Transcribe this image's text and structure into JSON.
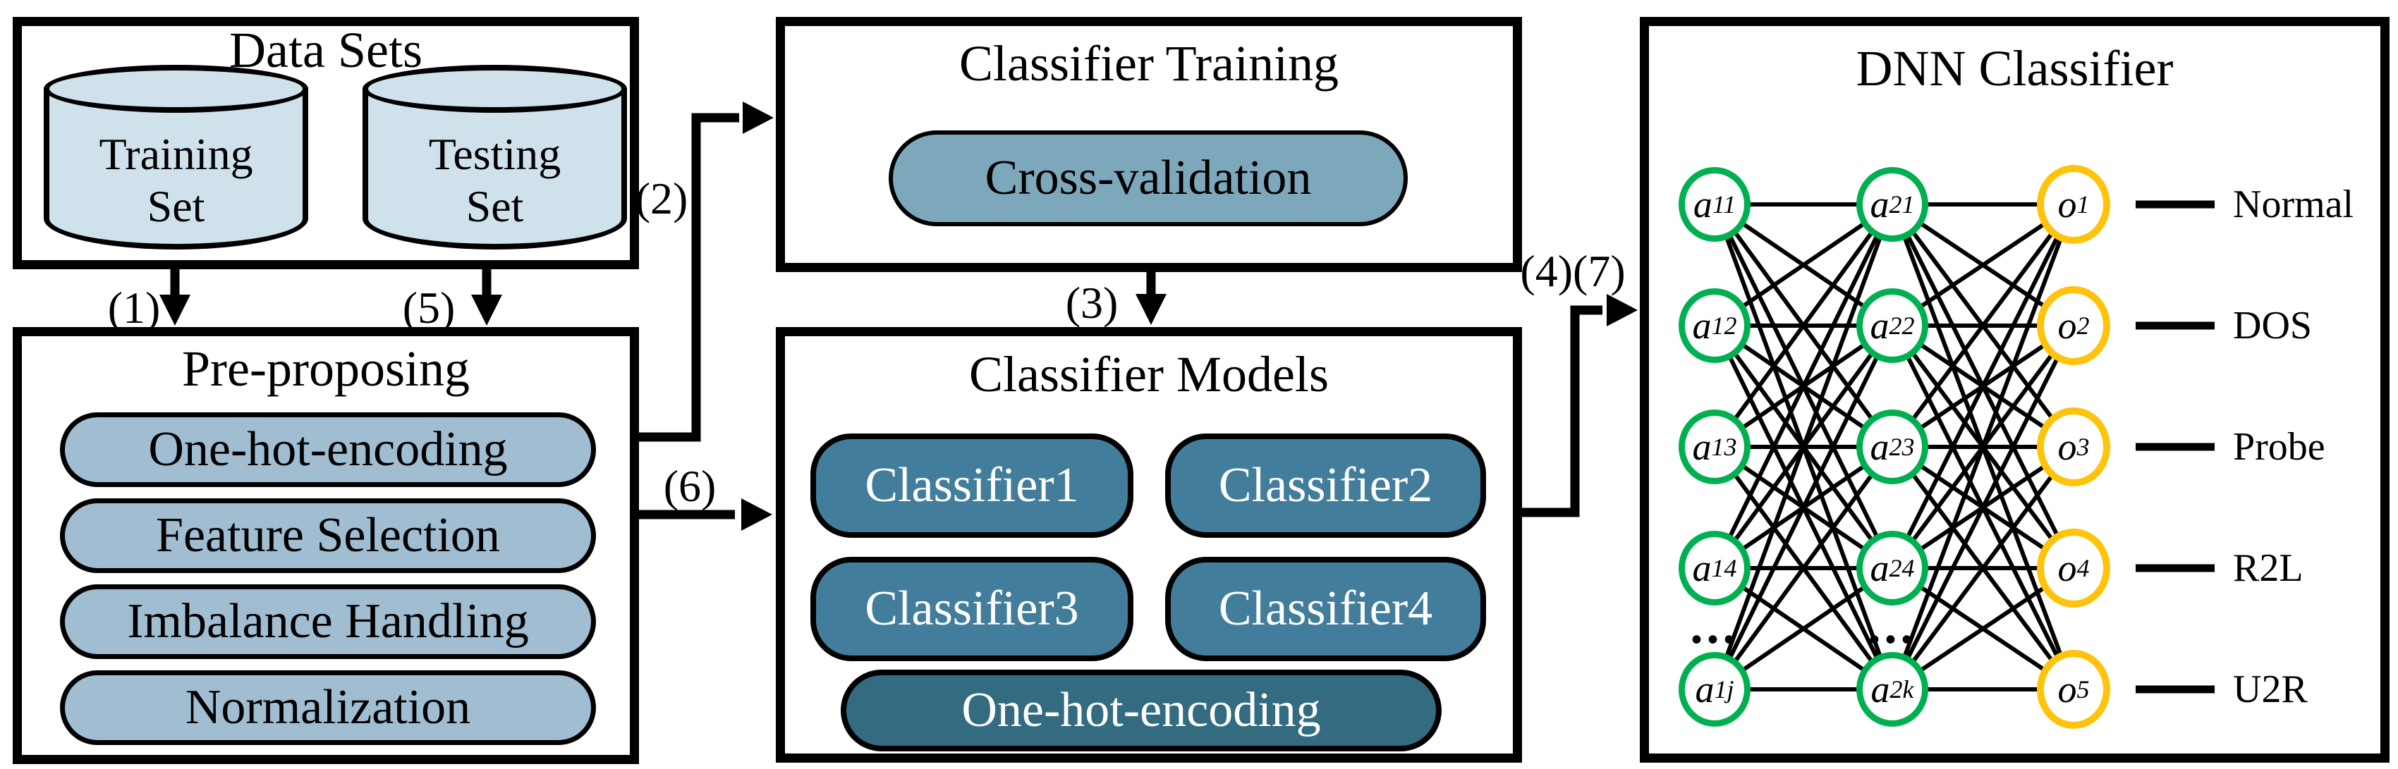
{
  "figure": {
    "datasets": {
      "title": "Data Sets",
      "cylinders": [
        {
          "line1": "Training",
          "line2": "Set"
        },
        {
          "line1": "Testing",
          "line2": "Set"
        }
      ]
    },
    "preprocessing": {
      "title": "Pre-proposing",
      "steps": [
        "One-hot-encoding",
        "Feature Selection",
        "Imbalance Handling",
        "Normalization"
      ]
    },
    "classifier_training": {
      "title": "Classifier Training",
      "method": "Cross-validation"
    },
    "classifier_models": {
      "title": "Classifier Models",
      "models": [
        "Classifier1",
        "Classifier2",
        "Classifier3",
        "Classifier4"
      ],
      "encoding": "One-hot-encoding"
    },
    "dnn": {
      "title": "DNN Classifier",
      "layer1": [
        {
          "base": "a",
          "sub": "11"
        },
        {
          "base": "a",
          "sub": "12"
        },
        {
          "base": "a",
          "sub": "13"
        },
        {
          "base": "a",
          "sub": "14"
        },
        {
          "base": "a",
          "sub": "1j"
        }
      ],
      "layer2": [
        {
          "base": "a",
          "sub": "21"
        },
        {
          "base": "a",
          "sub": "22"
        },
        {
          "base": "a",
          "sub": "23"
        },
        {
          "base": "a",
          "sub": "24"
        },
        {
          "base": "a",
          "sub": "2k"
        }
      ],
      "outputs": [
        {
          "base": "o",
          "sub": "1"
        },
        {
          "base": "o",
          "sub": "2"
        },
        {
          "base": "o",
          "sub": "3"
        },
        {
          "base": "o",
          "sub": "4"
        },
        {
          "base": "o",
          "sub": "5"
        }
      ],
      "classes": [
        "Normal",
        "DOS",
        "Probe",
        "R2L",
        "U2R"
      ],
      "ellipsis": "..."
    },
    "flow_labels": {
      "step1": "(1)",
      "step2": "(2)",
      "step3": "(3)",
      "step4_7": "(4)(7)",
      "step5": "(5)",
      "step6": "(6)"
    },
    "colors": {
      "cylinder_fill": "#cfe2ec",
      "preprocess_pill": "#a0bdd1",
      "cross_validation_pill": "#7da8bb",
      "classifier_pill": "#427e9b",
      "encoding_pill": "#336b80",
      "hidden_node_stroke": "#00b050",
      "output_node_stroke": "#ffc30b",
      "line": "#000000"
    }
  }
}
